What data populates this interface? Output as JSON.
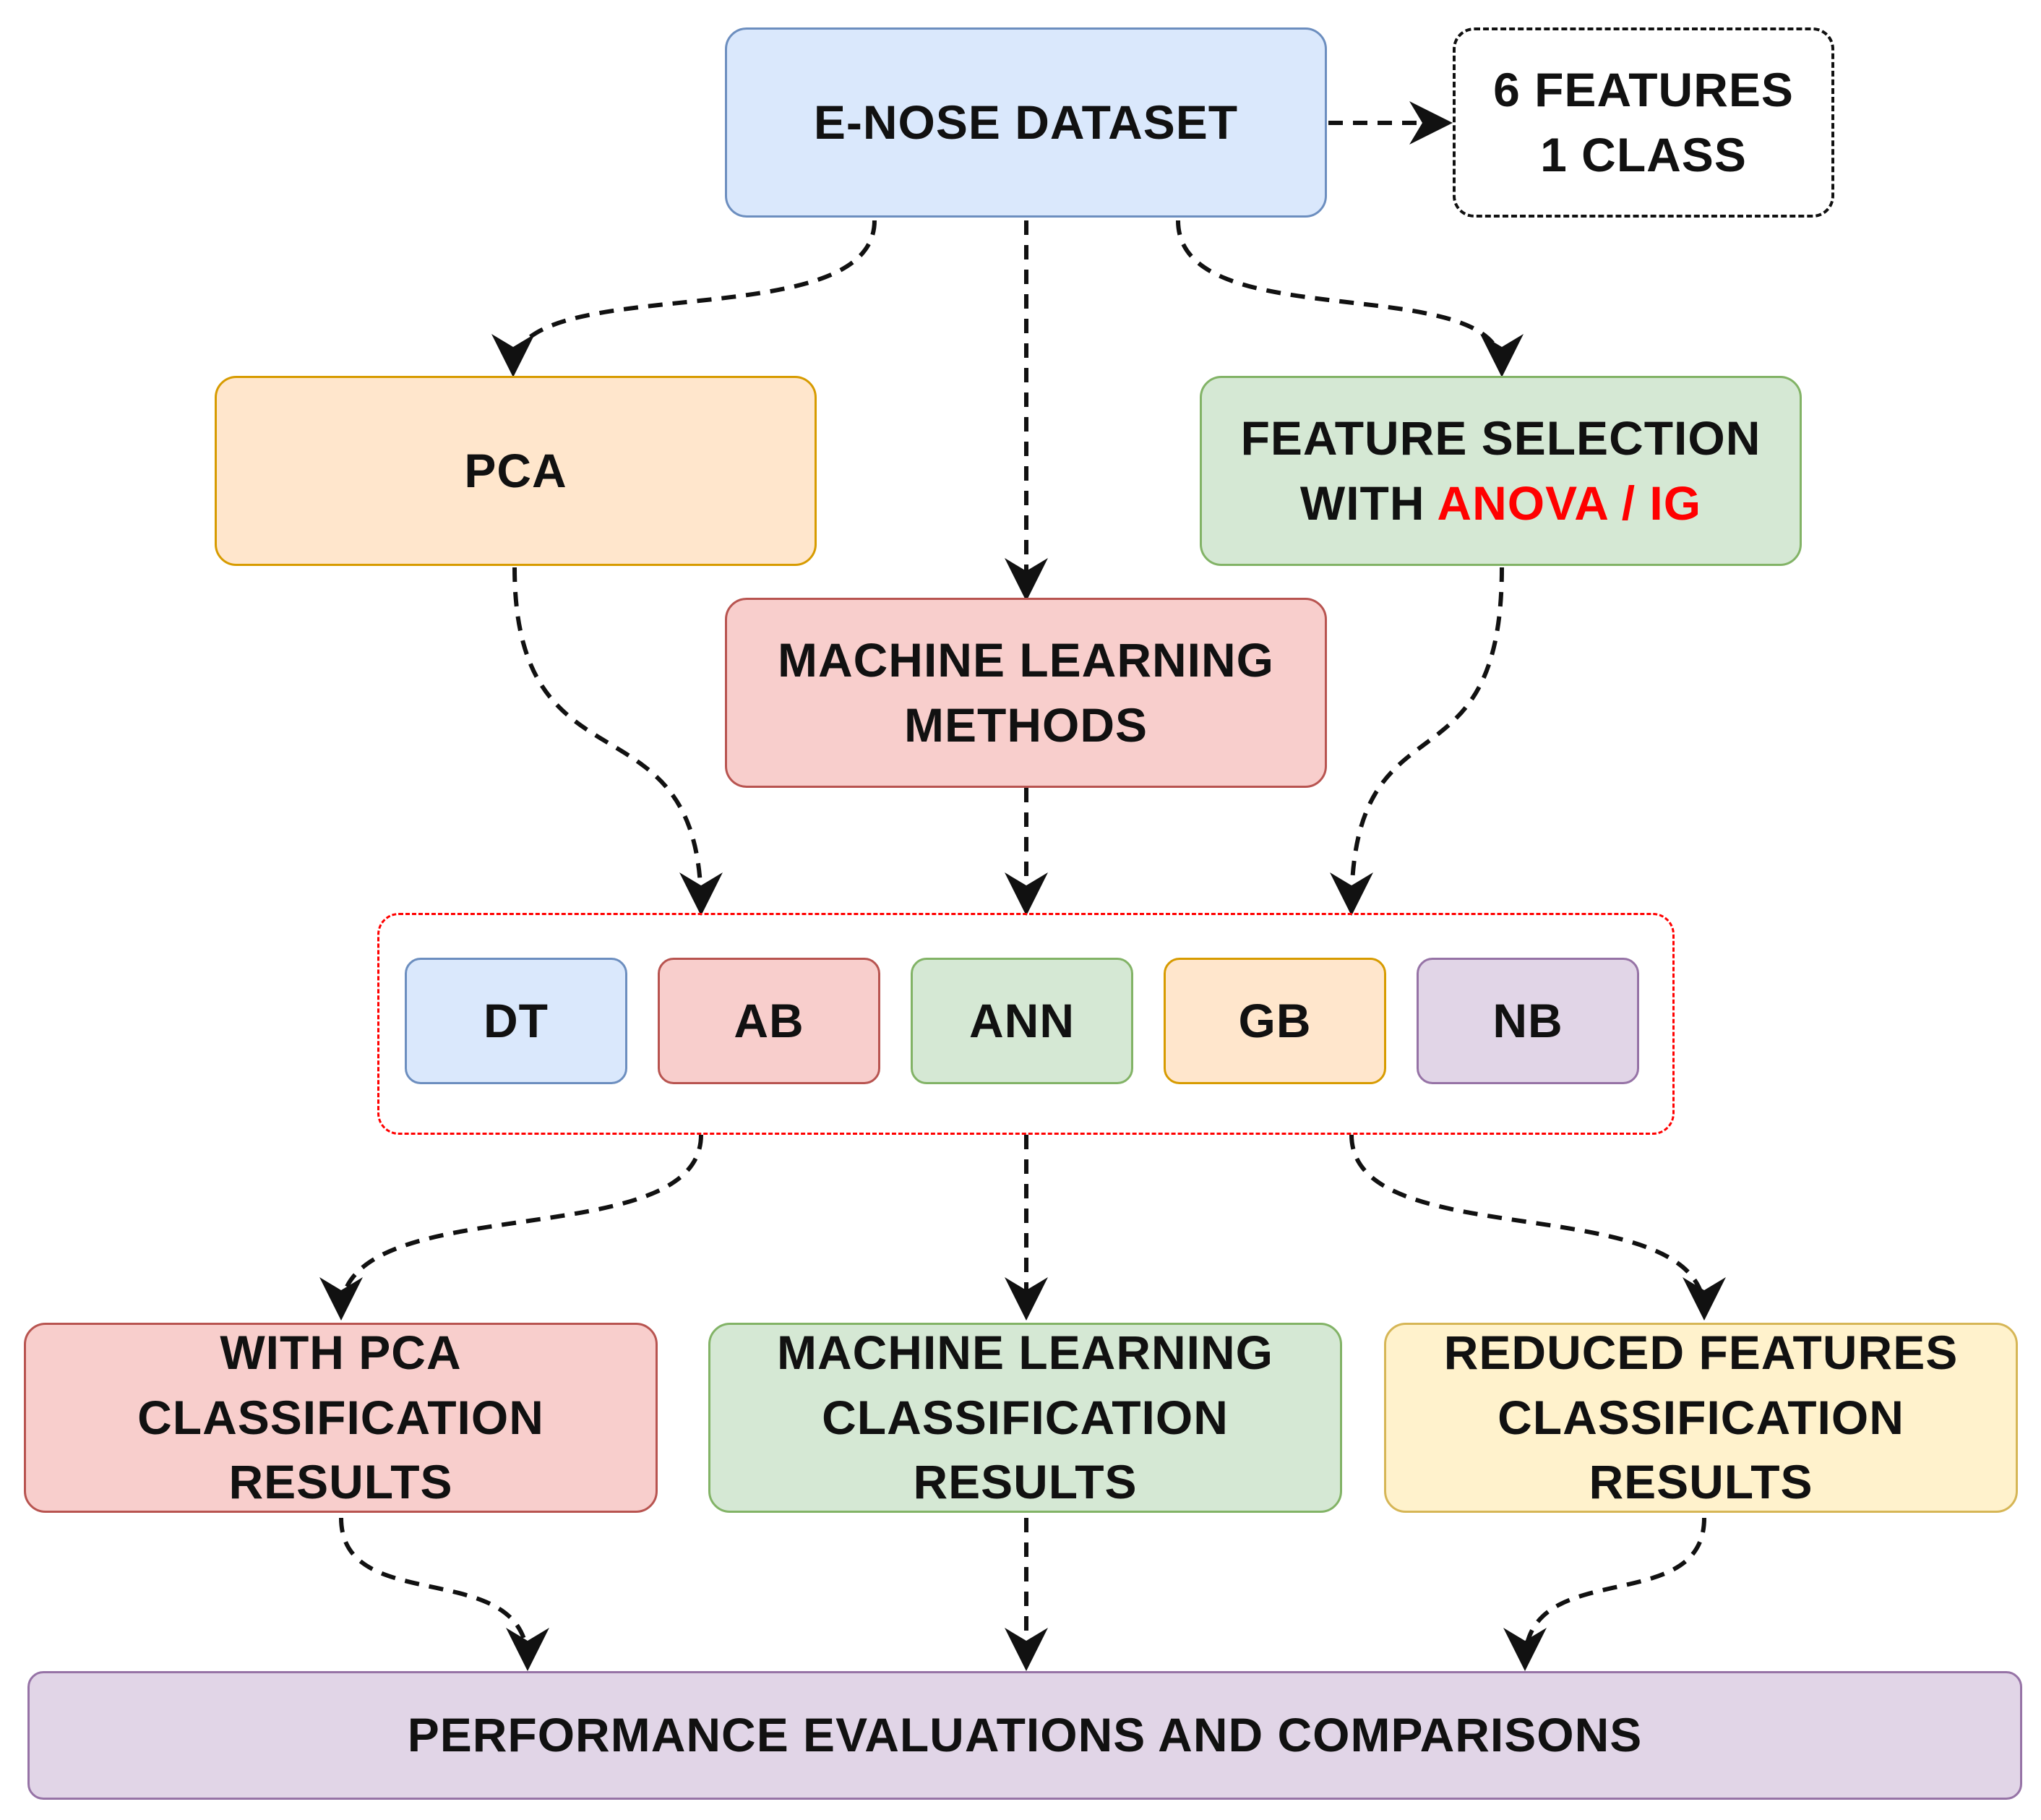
{
  "colors": {
    "blue_fill": "#dae8fc",
    "blue_stroke": "#6c8ebf",
    "orange_fill": "#ffe6cc",
    "orange_stroke": "#d79b00",
    "red_fill": "#f8cecc",
    "red_stroke": "#b85450",
    "green_fill": "#d5e8d4",
    "green_stroke": "#82b366",
    "purple_fill": "#e1d5e7",
    "purple_stroke": "#9673a6",
    "yellow_fill": "#fff2cc",
    "yellow_stroke": "#d6b656",
    "highlight": "#ff0000",
    "connector": "#111111",
    "group_border": "#ff0000"
  },
  "nodes": {
    "dataset": {
      "line1": "E-NOSE DATASET"
    },
    "features": {
      "line1": "6 FEATURES",
      "line2": "1 CLASS"
    },
    "pca": {
      "line1": "PCA"
    },
    "feature_selection": {
      "line1": "FEATURE SELECTION",
      "line2_prefix": "WITH ",
      "line2_highlight": "ANOVA / IG"
    },
    "ml_methods": {
      "line1": "MACHINE LEARNING",
      "line2": "METHODS"
    },
    "classifiers": {
      "dt": "DT",
      "ab": "AB",
      "ann": "ANN",
      "gb": "GB",
      "nb": "NB"
    },
    "pca_results": {
      "line1": "WITH PCA",
      "line2": "CLASSIFICATION",
      "line3": "RESULTS"
    },
    "ml_results": {
      "line1": "MACHINE LEARNING",
      "line2": "CLASSIFICATION",
      "line3": "RESULTS"
    },
    "reduced_results": {
      "line1": "REDUCED FEATURES",
      "line2": "CLASSIFICATION",
      "line3": "RESULTS"
    },
    "performance": {
      "line1": "PERFORMANCE EVALUATIONS AND COMPARISONS"
    }
  }
}
